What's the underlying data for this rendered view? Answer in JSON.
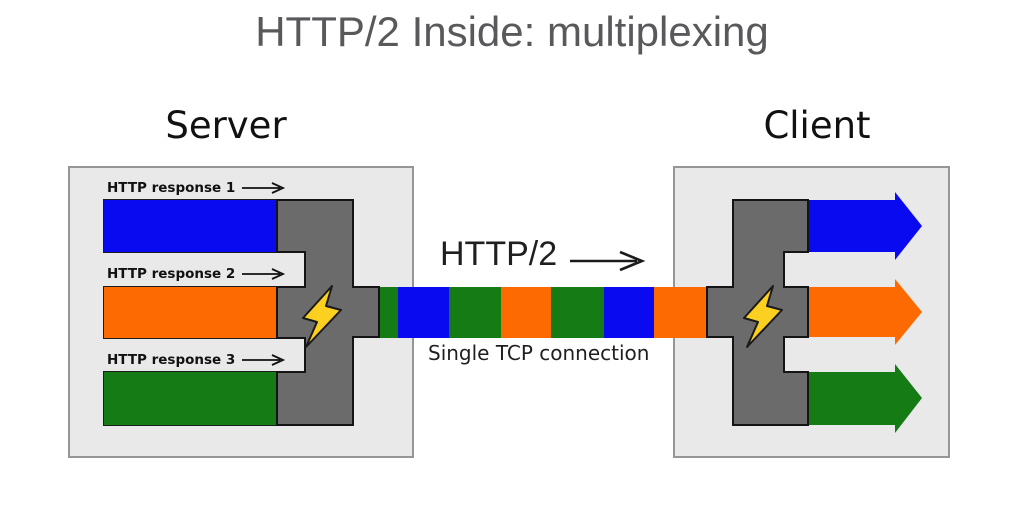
{
  "title": "HTTP/2 Inside: multiplexing",
  "server": {
    "label": "Server",
    "responses": [
      {
        "label": "HTTP response 1",
        "color": "blue"
      },
      {
        "label": "HTTP response 2",
        "color": "orange"
      },
      {
        "label": "HTTP response 3",
        "color": "green"
      }
    ]
  },
  "client": {
    "label": "Client",
    "streams": [
      "blue",
      "orange",
      "green"
    ]
  },
  "connection": {
    "protocol_label": "HTTP/2",
    "caption": "Single TCP connection",
    "pipe_segments": [
      {
        "color": "green",
        "width": 19
      },
      {
        "color": "blue",
        "width": 51
      },
      {
        "color": "green",
        "width": 52
      },
      {
        "color": "orange",
        "width": 50
      },
      {
        "color": "green",
        "width": 53
      },
      {
        "color": "blue",
        "width": 50
      },
      {
        "color": "orange",
        "width": 54
      }
    ]
  },
  "colors": {
    "blue": "#0a0af0",
    "orange": "#fd6a02",
    "green": "#157c15",
    "connector": "#6b6b6b",
    "bolt": "#fcd021",
    "box_bg": "#e9e9e9",
    "box_border": "#969696",
    "title_text": "#59595c",
    "label_text": "#111111"
  }
}
